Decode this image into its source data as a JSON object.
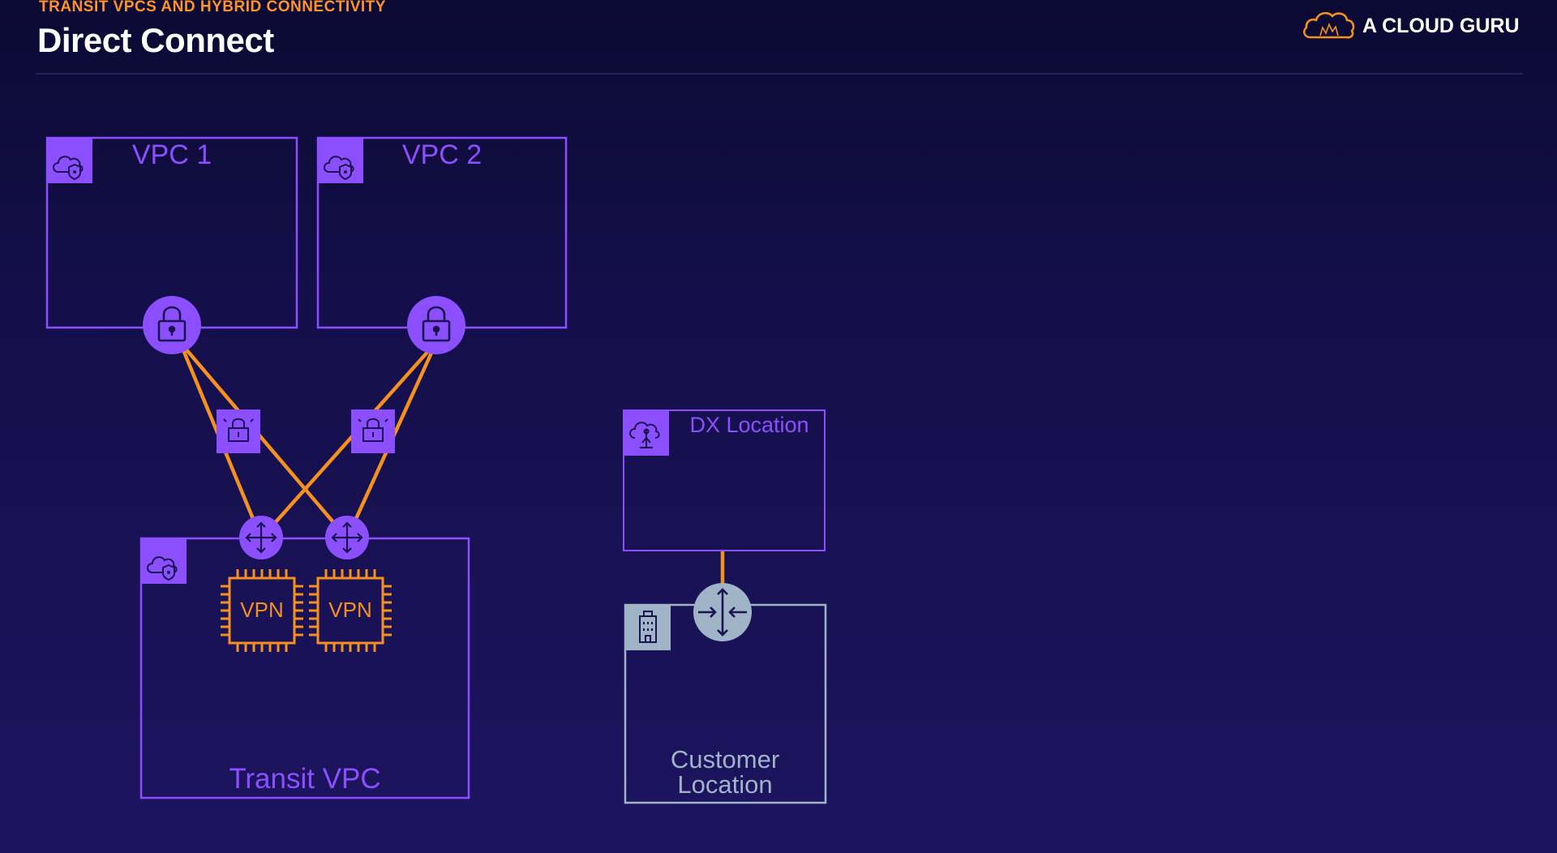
{
  "header": {
    "subtitle": "TRANSIT VPCS AND HYBRID CONNECTIVITY",
    "title": "Direct Connect"
  },
  "brand": {
    "name": "A CLOUD GURU"
  },
  "diagram": {
    "vpc1": {
      "label": "VPC 1"
    },
    "vpc2": {
      "label": "VPC 2"
    },
    "transit_vpc": {
      "label": "Transit VPC"
    },
    "dx_location": {
      "label": "DX Location"
    },
    "customer_location": {
      "label_line1": "Customer",
      "label_line2": "Location"
    },
    "vpn_appliances": [
      {
        "label": "VPN"
      },
      {
        "label": "VPN"
      }
    ]
  },
  "colors": {
    "background": "#140f4a",
    "vpc_purple": "#8c4fff",
    "link_orange": "#f5911e",
    "customer_gray": "#9fb4c7",
    "title_orange": "#ff9329"
  }
}
